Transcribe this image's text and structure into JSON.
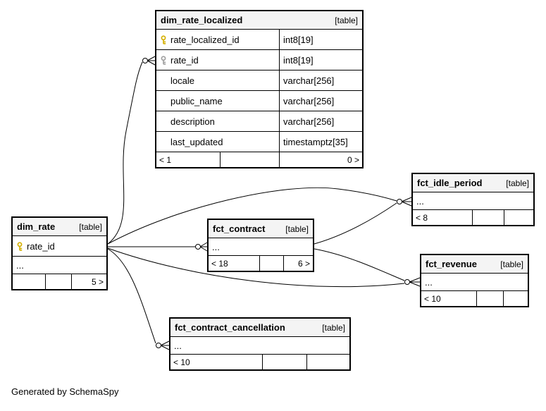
{
  "page": {
    "footer_note": "Generated by SchemaSpy"
  },
  "tables": [
    {
      "id": "dim_rate_localized",
      "title": "dim_rate_localized",
      "tag": "[table]",
      "columns": [
        {
          "key": "primary",
          "name": "rate_localized_id",
          "type": "int8[19]"
        },
        {
          "key": "foreign",
          "name": "rate_id",
          "type": "int8[19]"
        },
        {
          "key": "",
          "name": "locale",
          "type": "varchar[256]"
        },
        {
          "key": "",
          "name": "public_name",
          "type": "varchar[256]"
        },
        {
          "key": "",
          "name": "description",
          "type": "varchar[256]"
        },
        {
          "key": "",
          "name": "last_updated",
          "type": "timestamptz[35]"
        }
      ],
      "footer": [
        "< 1",
        "",
        "0 >"
      ]
    },
    {
      "id": "dim_rate",
      "title": "dim_rate",
      "tag": "[table]",
      "columns": [
        {
          "key": "primary",
          "name": "rate_id",
          "type": ""
        },
        {
          "key": "",
          "name": "...",
          "type": ""
        }
      ],
      "footer": [
        "",
        "",
        "5 >"
      ]
    },
    {
      "id": "fct_contract",
      "title": "fct_contract",
      "tag": "[table]",
      "columns": [
        {
          "key": "",
          "name": "...",
          "type": ""
        }
      ],
      "footer": [
        "< 18",
        "",
        "6 >"
      ]
    },
    {
      "id": "fct_idle_period",
      "title": "fct_idle_period",
      "tag": "[table]",
      "columns": [
        {
          "key": "",
          "name": "...",
          "type": ""
        }
      ],
      "footer": [
        "< 8",
        "",
        ""
      ]
    },
    {
      "id": "fct_revenue",
      "title": "fct_revenue",
      "tag": "[table]",
      "columns": [
        {
          "key": "",
          "name": "...",
          "type": ""
        }
      ],
      "footer": [
        "< 10",
        "",
        ""
      ]
    },
    {
      "id": "fct_contract_cancellation",
      "title": "fct_contract_cancellation",
      "tag": "[table]",
      "columns": [
        {
          "key": "",
          "name": "...",
          "type": ""
        }
      ],
      "footer": [
        "< 10",
        "",
        ""
      ]
    }
  ],
  "relationships": [
    {
      "from": "dim_rate.rate_id",
      "to": "dim_rate_localized.rate_id"
    },
    {
      "from": "dim_rate.rate_id",
      "to": "fct_contract"
    },
    {
      "from": "dim_rate.rate_id",
      "to": "fct_idle_period"
    },
    {
      "from": "dim_rate.rate_id",
      "to": "fct_revenue"
    },
    {
      "from": "dim_rate.rate_id",
      "to": "fct_contract_cancellation"
    },
    {
      "from": "fct_contract",
      "to": "fct_idle_period"
    },
    {
      "from": "fct_contract",
      "to": "fct_revenue"
    }
  ]
}
